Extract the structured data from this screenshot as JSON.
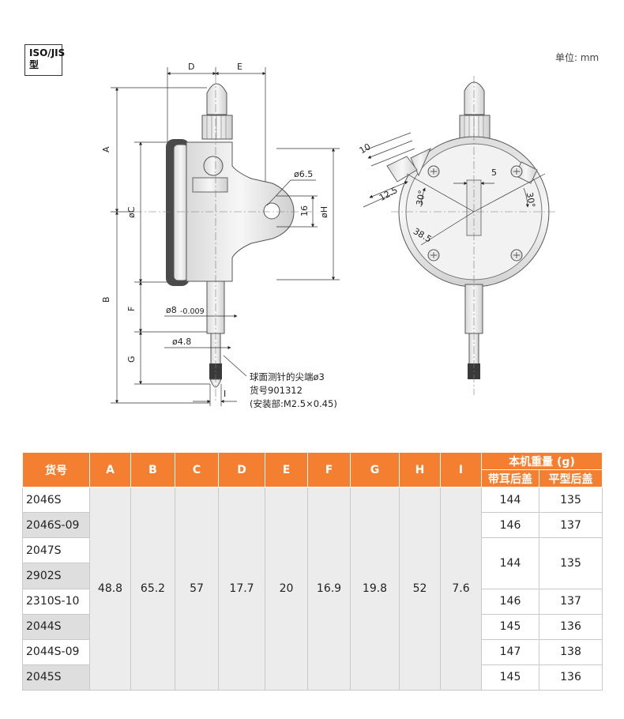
{
  "badge": {
    "line1": "ISO/JIS",
    "line2": "型"
  },
  "unit_note": "单位: mm",
  "drawing": {
    "dim_labels": {
      "D": "D",
      "E": "E",
      "A": "A",
      "B": "B",
      "C": "øC",
      "F": "F",
      "G": "G",
      "H": "øH",
      "I": "I",
      "hole": "ø6.5",
      "lug": "16",
      "stem": "ø8",
      "stem_tol": "-0.009",
      "tip": "ø4.8"
    },
    "probe_note": [
      "球面测针的尖端ø3",
      "货号901312",
      "(安装部:M2.5×0.45)"
    ],
    "front_labels": {
      "top_offset": "10",
      "side_offset": "12.5",
      "width": "5",
      "angle_left": "30°",
      "angle_right": "30°",
      "radius": "38.5"
    }
  },
  "table": {
    "headers": [
      "货号",
      "A",
      "B",
      "C",
      "D",
      "E",
      "F",
      "G",
      "H",
      "I"
    ],
    "weight_header": "本机重量 (g)",
    "weight_subheaders": [
      "带耳后盖",
      "平型后盖"
    ],
    "models": [
      "2046S",
      "2046S-09",
      "2047S",
      "2902S",
      "2310S-10",
      "2044S",
      "2044S-09",
      "2045S"
    ],
    "shared_values": [
      "48.8",
      "65.2",
      "57",
      "17.7",
      "20",
      "16.9",
      "19.8",
      "52",
      "7.6"
    ],
    "weights": [
      {
        "lug": "144",
        "flat": "135"
      },
      {
        "lug": "146",
        "flat": "137"
      },
      {
        "lug": "144",
        "flat": "135"
      },
      {
        "lug": "146",
        "flat": "137"
      },
      {
        "lug": "145",
        "flat": "136"
      },
      {
        "lug": "147",
        "flat": "138"
      },
      {
        "lug": "145",
        "flat": "136"
      }
    ]
  }
}
